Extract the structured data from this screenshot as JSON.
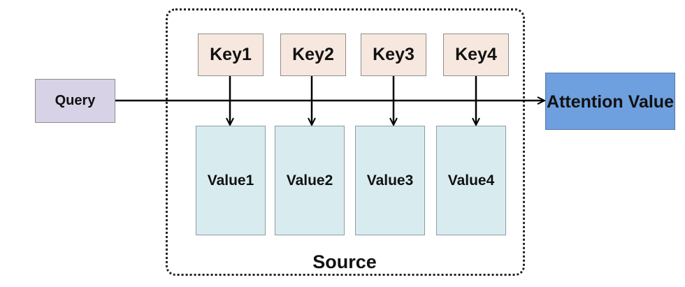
{
  "diagram": {
    "query_label": "Query",
    "keys": [
      "Key1",
      "Key2",
      "Key3",
      "Key4"
    ],
    "values": [
      "Value1",
      "Value2",
      "Value3",
      "Value4"
    ],
    "source_label": "Source",
    "attention_value_label": "Attention Value"
  },
  "colors": {
    "query_fill": "#d8d2e6",
    "key_fill": "#f7e8df",
    "value_fill": "#d8ecf0",
    "attention_fill": "#6e9fde",
    "line": "#000000"
  }
}
